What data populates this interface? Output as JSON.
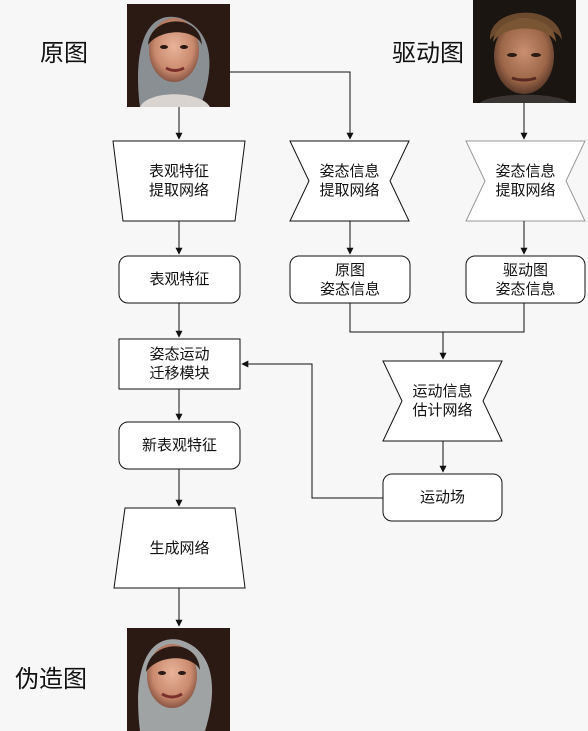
{
  "labels": {
    "source_image": "原图",
    "driving_video": "驱动图",
    "fake_image": "伪造图"
  },
  "nodes": {
    "appearance_extractor": [
      "表观特征",
      "提取网络"
    ],
    "appearance_feature": [
      "表观特征"
    ],
    "motion_transfer": [
      "姿态运动",
      "迁移模块"
    ],
    "new_appearance_feature": [
      "新表观特征"
    ],
    "generator": [
      "生成网络"
    ],
    "pose_extractor_source": [
      "姿态信息",
      "提取网络"
    ],
    "pose_extractor_driving": [
      "姿态信息",
      "提取网络"
    ],
    "source_pose": [
      "原图",
      "姿态信息"
    ],
    "driving_pose": [
      "驱动图",
      "姿态信息"
    ],
    "motion_estimator": [
      "运动信息",
      "估计网络"
    ],
    "motion_field": [
      "运动场"
    ]
  },
  "images": {
    "source_face": "photo-woman-face",
    "driving_face": "photo-man-face",
    "fake_face": "photo-woman-face-generated"
  }
}
